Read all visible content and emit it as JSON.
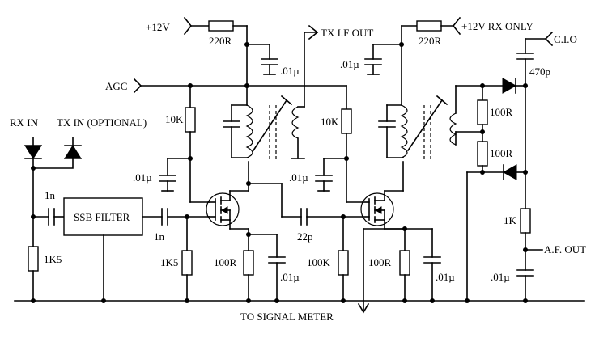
{
  "labels": {
    "supply_12v": "+12V",
    "r_supply": "220R",
    "tx_if_out": "TX I.F OUT",
    "r_supply_rx": "220R",
    "supply_12v_rx": "+12V RX ONLY",
    "cio": "C.I.O",
    "c_cio": "470p",
    "agc": "AGC",
    "c_dec1": ".01µ",
    "c_dec2": ".01µ",
    "r_gate1": "10K",
    "r_gate2": "10K",
    "r_d1": "100R",
    "r_d2": "100R",
    "rx_in": "RX IN",
    "tx_in": "TX IN (OPTIONAL)",
    "c_agc1": ".01µ",
    "c_agc2": ".01µ",
    "c_in": "1n",
    "ssb_filter": "SSB FILTER",
    "c_filter_out": "1n",
    "c_couple": "22p",
    "r_in": "1K5",
    "r_g1": "1K5",
    "r_s1": "100R",
    "c_s1": ".01µ",
    "r_g2": "100K",
    "r_s2": "100R",
    "c_s2": ".01µ",
    "r_af": "1K",
    "af_out": "A.F. OUT",
    "c_af": ".01µ",
    "signal_meter": "TO SIGNAL METER"
  }
}
